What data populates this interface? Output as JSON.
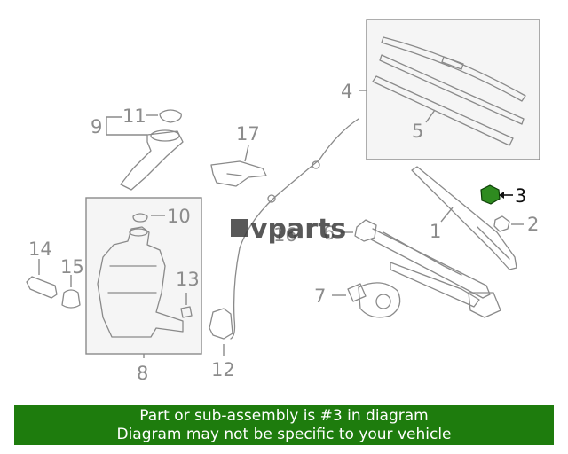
{
  "diagram": {
    "callouts": {
      "c1": "1",
      "c2": "2",
      "c3": "3",
      "c4": "4",
      "c5": "5",
      "c6": "6",
      "c7": "7",
      "c8": "8",
      "c9": "9",
      "c10": "10",
      "c11": "11",
      "c12": "12",
      "c13": "13",
      "c14": "14",
      "c15": "15",
      "c16": "16",
      "c17": "17"
    },
    "highlighted_part": "3",
    "highlight_color": "#2e8b1f",
    "watermark": "vparts"
  },
  "banner": {
    "line1": "Part or sub-assembly is #3 in diagram",
    "line2": "Diagram may not be specific to your vehicle",
    "background": "#1e7c0d"
  }
}
